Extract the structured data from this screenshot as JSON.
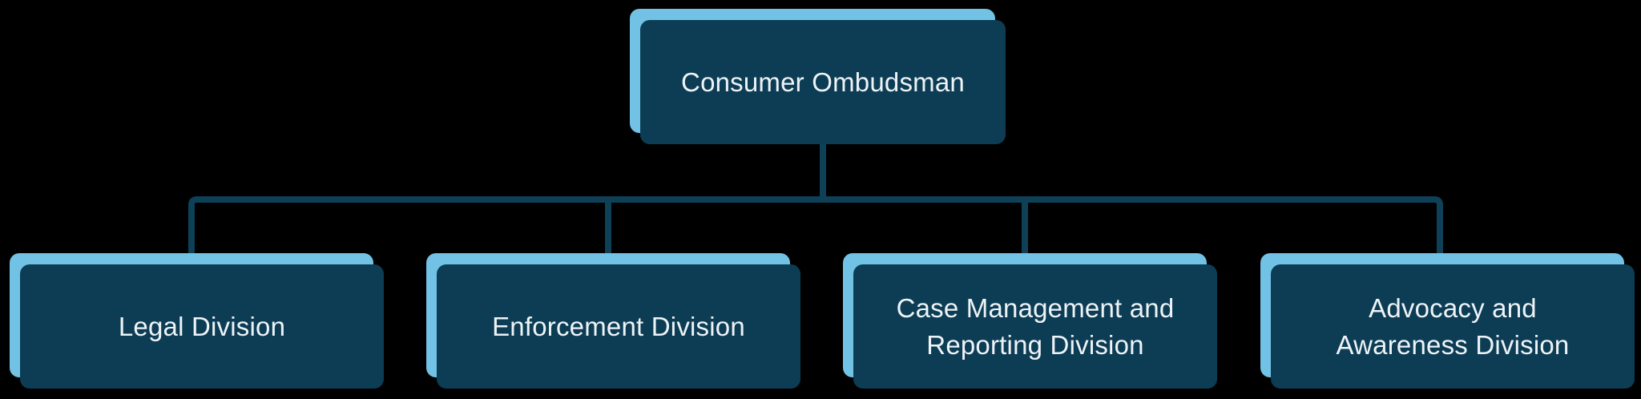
{
  "org_chart": {
    "root": {
      "label": "Consumer Ombudsman"
    },
    "divisions": [
      {
        "label": "Legal Division"
      },
      {
        "label": "Enforcement Division"
      },
      {
        "label": "Case Management and\nReporting Division"
      },
      {
        "label": "Advocacy and\nAwareness Division"
      }
    ]
  },
  "colors": {
    "background": "#000000",
    "box_fill": "#0c3d54",
    "box_shadow": "#72c2e5",
    "connector": "#0e4058",
    "text": "#eef3f7"
  }
}
